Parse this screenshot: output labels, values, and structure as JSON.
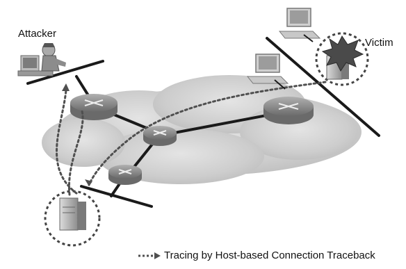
{
  "labels": {
    "attacker": "Attacker",
    "victim": "Victim"
  },
  "legend": {
    "text": "Tracing by Host-based Connection Traceback"
  },
  "icons": [
    "cloud-icon",
    "router-icon",
    "computer-icon",
    "server-icon",
    "explosion-icon",
    "hacker-icon"
  ],
  "colors": {
    "cloud": "#d4d4d4",
    "router": "#8a8a8a",
    "link": "#1a1a1a",
    "trace": "#555555"
  }
}
